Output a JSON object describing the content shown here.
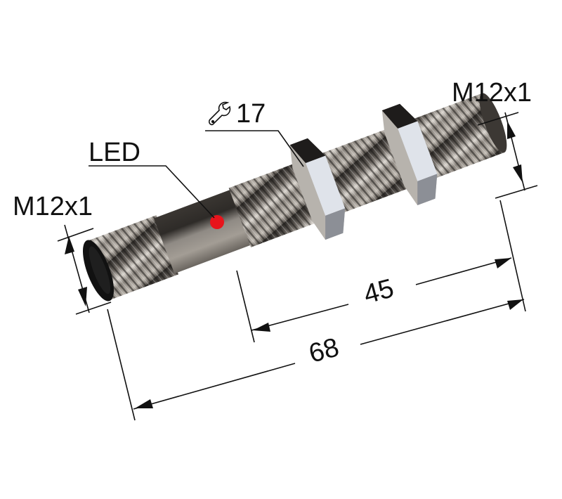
{
  "diagram": {
    "title": "Inductive proximity sensor M12 dimensional drawing",
    "labels": {
      "thread_left": "M12x1",
      "thread_right": "M12x1",
      "wrench_size": "17",
      "led": "LED",
      "length_threaded": "45",
      "length_total": "68"
    },
    "icons": {
      "wrench": "wrench-icon"
    },
    "colors": {
      "led": "#e8141c",
      "line": "#111111",
      "metal_dark": "#3a3632",
      "metal_light": "#cfcac4",
      "nut_face": "#dfe3ea"
    }
  }
}
